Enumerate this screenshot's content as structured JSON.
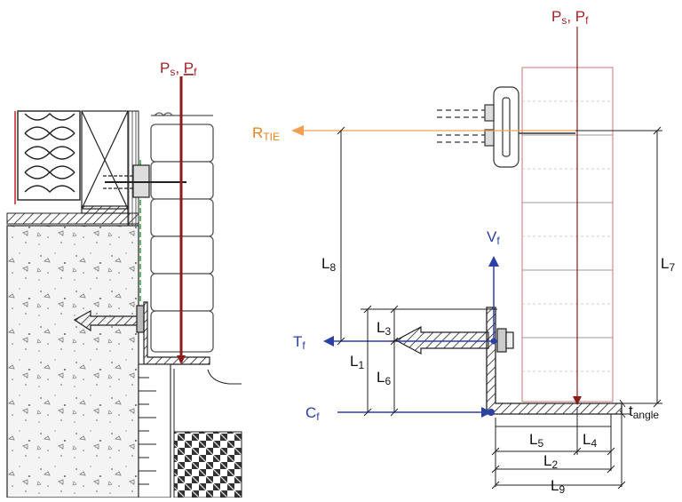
{
  "left_detail": {
    "load_label_main": "P",
    "load_label_sub1": "s",
    "load_label_sep": ", ",
    "load_label_main2": "P",
    "load_label_sub2": "f"
  },
  "right_detail": {
    "load_label_main": "P",
    "load_label_sub1": "s",
    "load_label_sep": ", ",
    "load_label_main2": "P",
    "load_label_sub2": "f",
    "tie_reaction_main": "R",
    "tie_reaction_sub": "TIE",
    "vertical_force_main": "V",
    "vertical_force_sub": "f",
    "tension_force_main": "T",
    "tension_force_sub": "f",
    "compression_force_main": "C",
    "compression_force_sub": "f",
    "angle_thickness_main": "t",
    "angle_thickness_sub": "angle",
    "dimensions": {
      "L1": {
        "main": "L",
        "sub": "1"
      },
      "L2": {
        "main": "L",
        "sub": "2"
      },
      "L3": {
        "main": "L",
        "sub": "3"
      },
      "L4": {
        "main": "L",
        "sub": "4"
      },
      "L5": {
        "main": "L",
        "sub": "5"
      },
      "L6": {
        "main": "L",
        "sub": "6"
      },
      "L7": {
        "main": "L",
        "sub": "7"
      },
      "L8": {
        "main": "L",
        "sub": "8"
      },
      "L9": {
        "main": "L",
        "sub": "9"
      }
    }
  },
  "colors": {
    "load_arrow": "#8b1a1a",
    "load_text": "#a0242a",
    "tie_line": "#f0a050",
    "tie_text": "#e8821e",
    "reaction_blue": "#2c3fa6",
    "brick_red": "#d08080",
    "brick_grey": "#9a9a9a",
    "line_black": "#1a1a1a",
    "green_membrane": "#2e9e3a",
    "red_membrane": "#c82020"
  }
}
